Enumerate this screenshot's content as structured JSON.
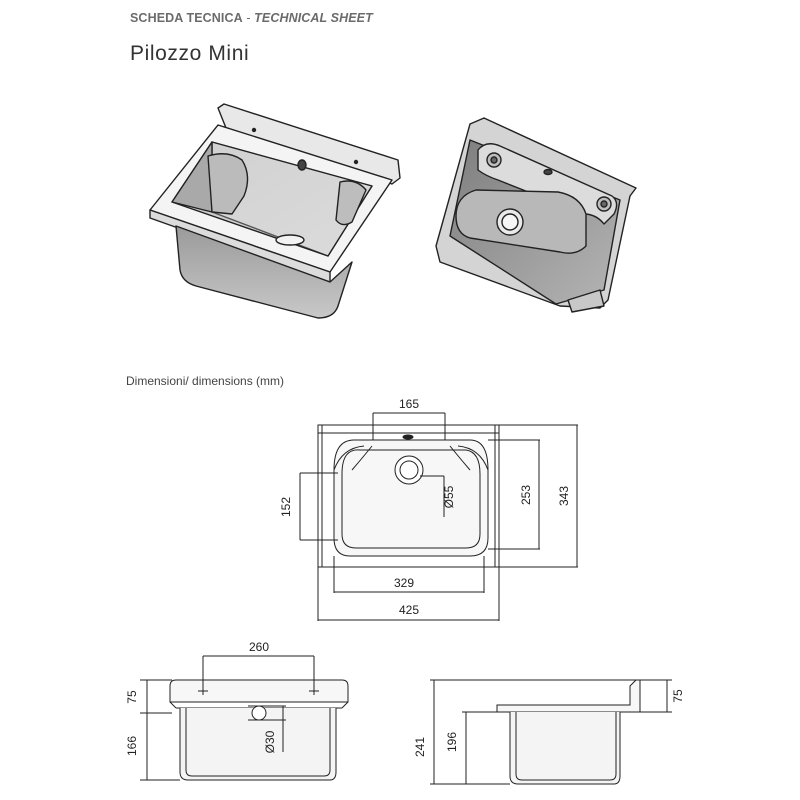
{
  "header": {
    "label_it": "SCHEDA TECNICA",
    "separator": " - ",
    "label_en": "TECHNICAL SHEET"
  },
  "product": {
    "title": "Pilozzo Mini"
  },
  "dimensions": {
    "caption": "Dimensioni/ dimensions (mm)",
    "top_view": {
      "width_top_opening": "165",
      "inner_depth_left": "152",
      "drain_diameter": "Ø55",
      "inner_depth_right": "253",
      "overall_depth": "343",
      "inner_width": "329",
      "overall_width": "425"
    },
    "front_view": {
      "holes_spacing": "260",
      "rim_height": "75",
      "bowl_height": "166",
      "overflow_diameter": "Ø30"
    },
    "side_view": {
      "total_height": "241",
      "bowl_height": "196",
      "rim_height": "75"
    }
  },
  "colors": {
    "line": "#222222",
    "sink_fill_light": "#f2f2f2",
    "sink_fill_mid": "#c9c9c9",
    "sink_fill_dark": "#8a8a8a"
  }
}
